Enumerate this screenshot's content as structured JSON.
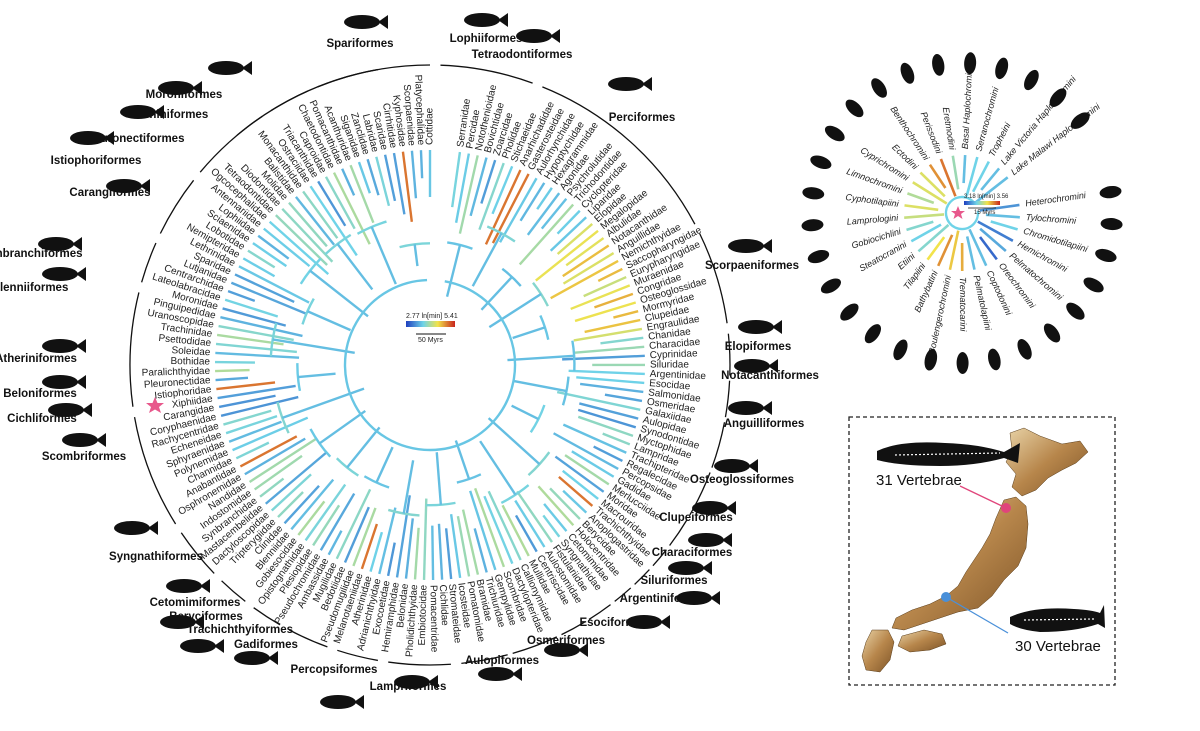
{
  "main_tree": {
    "orders": [
      "Spariformes",
      "Lophiiformes",
      "Tetraodontiformes",
      "Perciformes",
      "Moroniformes",
      "Trachiniformes",
      "Pleuronectiformes",
      "Istiophoriformes",
      "Carangiformes",
      "Synbranchiformes",
      "Blenniiformes",
      "Scorpaeniformes",
      "Atheriniformes",
      "Beloniformes",
      "Cichliformes",
      "Elopiformes",
      "Notacanthiformes",
      "Anguilliformes",
      "Osteoglossiformes",
      "Scombriformes",
      "Clupeiformes",
      "Characiformes",
      "Siluriformes",
      "Argentiniformes",
      "Esociformes",
      "Osmeriformes",
      "Aulopiformes",
      "Lampriformes",
      "Percopsiformes",
      "Gadiformes",
      "Trachichthyiformes",
      "Beryciformes",
      "Cetomimiformes",
      "Syngnathiformes"
    ],
    "families": [
      "Serranidae",
      "Percidae",
      "Notothenioidae",
      "Bovichtidae",
      "Zoarcidae",
      "Pholidae",
      "Stichaeidae",
      "Anarhichadidae",
      "Gasterosteidae",
      "Aulorhynchidae",
      "Hypoptychidae",
      "Hexagrammidae",
      "Agonidae",
      "Psychrolutidae",
      "Trichodontidae",
      "Cyclopteridae",
      "Liparidae",
      "Elopidae",
      "Megalopidae",
      "Albulidae",
      "Notacanthidae",
      "Anguillidae",
      "Nemichthyidae",
      "Saccopharyngidae",
      "Eurypharyngidae",
      "Muraenidae",
      "Congridae",
      "Osteoglossidae",
      "Mormyridae",
      "Clupeidae",
      "Engraulidae",
      "Chanidae",
      "Characidae",
      "Cyprinidae",
      "Siluridae",
      "Argentinidae",
      "Esocidae",
      "Salmonidae",
      "Osmeridae",
      "Galaxiidae",
      "Aulopidae",
      "Synodontidae",
      "Myctophidae",
      "Lampridae",
      "Trachipteridae",
      "Regalecidae",
      "Percopsidae",
      "Gadidae",
      "Merlucciidae",
      "Moridae",
      "Macrouridae",
      "Trachichthyidae",
      "Anoplogastridae",
      "Berycidae",
      "Holocentridae",
      "Cetomimidae",
      "Syngnathidae",
      "Fistulariidae",
      "Aulostomidae",
      "Centriscidae",
      "Mullidae",
      "Callionymidae",
      "Dactylopteridae",
      "Scombridae",
      "Gempylidae",
      "Trichiuridae",
      "Bramidae",
      "Pomatomidae",
      "Icosteidae",
      "Stromateidae",
      "Cichlidae",
      "Pomacentridae",
      "Embiotocidae",
      "Pholidichthyidae",
      "Belonidae",
      "Hemiramphidae",
      "Exocoetidae",
      "Adrianichthyidae",
      "Atherinidae",
      "Melanotaeniidae",
      "Pseudomugilidae",
      "Bedotiidae",
      "Mugilidae",
      "Ambassidae",
      "Pseudochromidae",
      "Plesiopidae",
      "Opistognathidae",
      "Gobiesocidae",
      "Blenniidae",
      "Clinidae",
      "Tripterygiidae",
      "Dactyloscopidae",
      "Mastacembelidae",
      "Synbranchidae",
      "Indostomidae",
      "Nandidae",
      "Osphronemidae",
      "Anabantidae",
      "Channidae",
      "Polynemidae",
      "Sphyraenidae",
      "Echeneidae",
      "Rachycentridae",
      "Coryphaenidae",
      "Carangidae",
      "Xiphiidae",
      "Istiophoridae",
      "Pleuronectidae",
      "Paralichthyidae",
      "Bothidae",
      "Soleidae",
      "Psettodidae",
      "Trachinidae",
      "Uranoscopidae",
      "Pinguipedidae",
      "Moronidae",
      "Lateolabracidae",
      "Centrarchidae",
      "Lutjanidae",
      "Sparidae",
      "Lethrinidae",
      "Nemipteridae",
      "Lobotidae",
      "Sciaenidae",
      "Lophiidae",
      "Antennariidae",
      "Ogcocephalidae",
      "Tetraodontidae",
      "Diodontidae",
      "Molidae",
      "Balistidae",
      "Monacanthidae",
      "Ostraciidae",
      "Triacanthidae",
      "Caproidae",
      "Chaetodontidae",
      "Pomacanthidae",
      "Acanthuridae",
      "Siganidae",
      "Zanclidae",
      "Labridae",
      "Scaridae",
      "Cirrhitidae",
      "Kyphosidae",
      "Scorpaenidae",
      "Platycephalidae",
      "Cottidae"
    ],
    "scale": {
      "label": "2.77 ln[min] 5.41",
      "bar": "50 Myrs"
    }
  },
  "cichlid_tree": {
    "tribes": [
      "Heterochromini",
      "Tylochromini",
      "Chromidotilapiini",
      "Hemichromini",
      "Pelmatochromini",
      "Oreochromini",
      "Coptodonini",
      "Pelmatolapiini",
      "Trematocarini",
      "Boulengerochromini",
      "Bathybatini",
      "Tilapiini",
      "Etiini",
      "Steatocranini",
      "Gobiocichlini",
      "Lamprologini",
      "Cyphotilapiini",
      "Limnochromini",
      "Cyprichromini",
      "Ectodini",
      "Benthochromini",
      "Perissodini",
      "Eretmodini",
      "Basal Haplochromini",
      "Serranochromini",
      "Tropheini",
      "Lake Victoria Haplochromini",
      "Lake Malawi Haplochromini"
    ],
    "scale": {
      "label": "3.18 ln[min] 3.56",
      "bar": "15 Myrs"
    }
  },
  "map_panel": {
    "north_label": "31 Vertebrae",
    "south_label": "30 Vertebrae"
  },
  "colors": {
    "north_marker": "#e0457b",
    "south_marker": "#4a90d9",
    "star": "#e8588c",
    "ramp_low": "#1f3fbf",
    "ramp_mid": "#6fd3e8",
    "ramp_high": "#c8231c"
  }
}
